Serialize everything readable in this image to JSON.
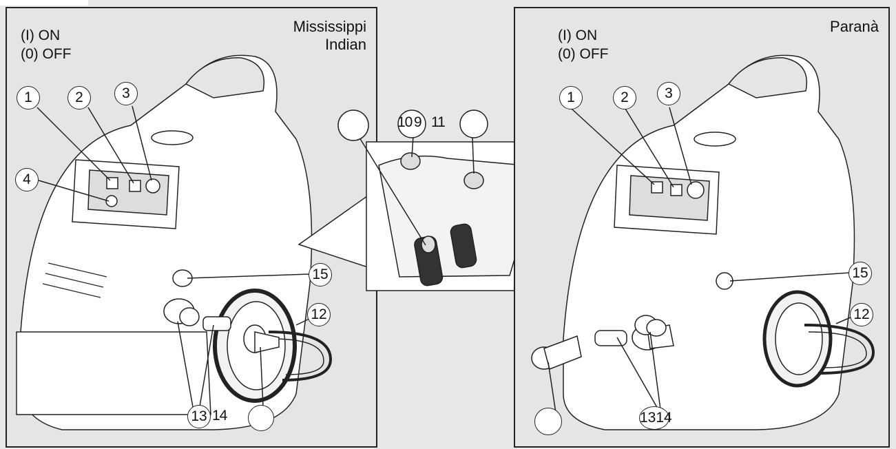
{
  "left": {
    "title_line1": "Mississippi",
    "title_line2": "Indian",
    "on_label": "(I) ON",
    "off_label": "(0) OFF",
    "c1": "1",
    "c2": "2",
    "c3": "3",
    "c4": "4",
    "c15": "15",
    "c12": "12",
    "n13": "13",
    "n14": "14"
  },
  "center": {
    "n10": "10",
    "n9": "9",
    "n11": "11"
  },
  "right": {
    "title": "Paranà",
    "on_label": "(I) ON",
    "off_label": "(0) OFF",
    "c1": "1",
    "c2": "2",
    "c3": "3",
    "c15": "15",
    "c12": "12",
    "n1314": "1314"
  }
}
